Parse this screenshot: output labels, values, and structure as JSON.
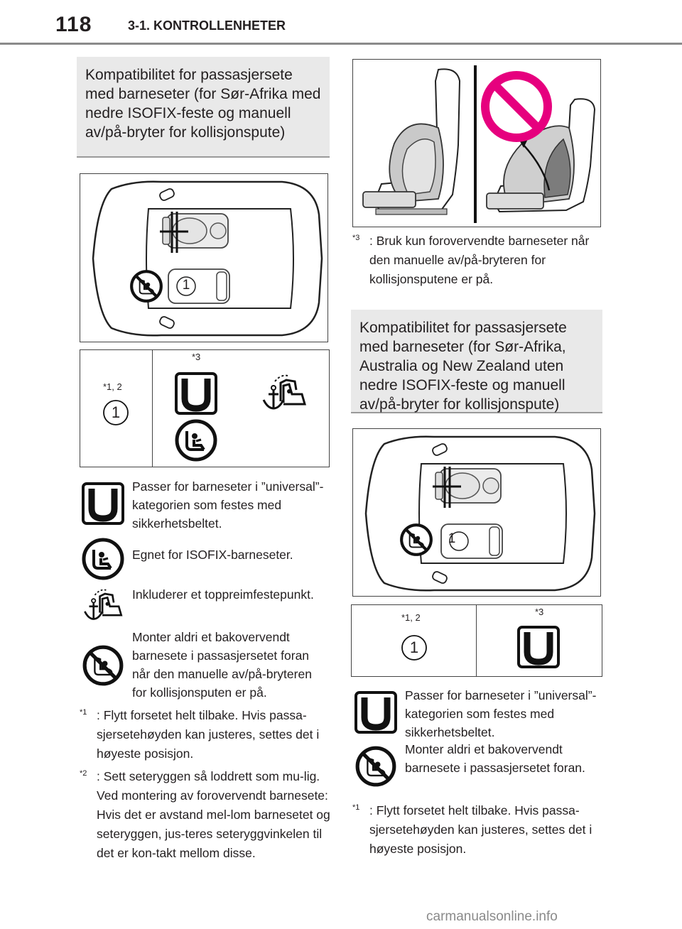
{
  "header": {
    "page_number": "118",
    "section": "3-1. KONTROLLENHETER"
  },
  "left": {
    "title": "Kompatibilitet for passasjersete med barneseter (for Sør-Afrika med nedre ISOFIX-feste og manuell av/på-bryter for kollisjonspute)",
    "seat_number": "1",
    "table": {
      "col1_note": "*1, 2",
      "col1_value": "1",
      "col2_note": "*3"
    },
    "legend": [
      {
        "icon": "universal-u-icon",
        "text": "Passer for barneseter i ”universal”-kategorien som festes med sikkerhetsbeltet."
      },
      {
        "icon": "isofix-seat-icon",
        "text": "Egnet for ISOFIX-barneseter."
      },
      {
        "icon": "top-tether-anchor-icon",
        "text": "Inkluderer et toppreimfestepunkt."
      },
      {
        "icon": "no-rear-facing-icon",
        "text": "Monter aldri et bakovervendt barnesete i passasjersetet foran når den manuelle av/på-bryteren for kollisjonsputen er på."
      }
    ],
    "footnotes": [
      {
        "mark": "*1",
        "text": ": Flytt forsetet helt tilbake. Hvis passa-sjersetehøyden kan justeres, settes det i høyeste posisjon."
      },
      {
        "mark": "*2",
        "text": ": Sett seteryggen så loddrett som mu-lig. Ved montering av forovervendt barnesete: Hvis det er avstand mel-lom barnesetet og seteryggen, jus-teres seteryggvinkelen til det er kon-takt mellom disse."
      }
    ]
  },
  "right": {
    "footnote3": {
      "mark": "*3",
      "text": ": Bruk kun forovervendte barneseter når den manuelle av/på-bryteren for kollisjonsputene er på."
    },
    "title": "Kompatibilitet for passasjersete med barneseter (for Sør-Afrika, Australia og New Zealand uten nedre ISOFIX-feste og manuell av/på-bryter for kollisjonspute)",
    "seat_number": "1",
    "table": {
      "col1_note": "*1, 2",
      "col1_value": "1",
      "col2_note": "*3"
    },
    "legend": [
      {
        "icon": "universal-u-icon",
        "text": "Passer for barneseter i ”universal”-kategorien som festes med sikkerhetsbeltet."
      },
      {
        "icon": "no-rear-facing-icon",
        "text": "Monter aldri et bakovervendt barnesete i passasjersetet foran."
      }
    ],
    "footnotes": [
      {
        "mark": "*1",
        "text": ": Flytt forsetet helt tilbake. Hvis passa-sjersetehøyden kan justeres, settes det i høyeste posisjon."
      }
    ]
  },
  "watermark": "carmanualsonline.info",
  "colors": {
    "prohibition": "#e6007e",
    "seat_gray": "#bdbdbd",
    "rule": "#8a8a8a",
    "title_bg": "#e9e9e9"
  }
}
